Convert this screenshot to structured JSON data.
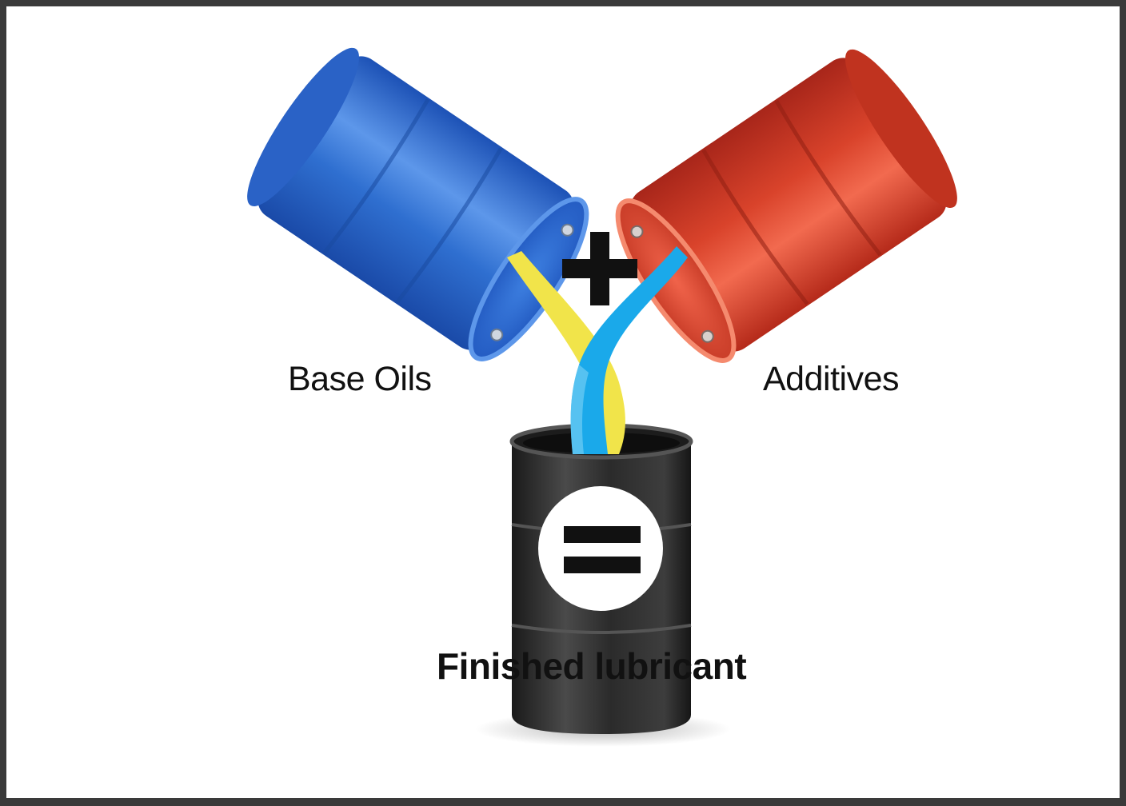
{
  "labels": {
    "base_oils": "Base Oils",
    "additives": "Additives",
    "finished": "Finished lubricant"
  },
  "icons": {
    "plus": "plus-icon",
    "equals": "equals-icon"
  },
  "colors": {
    "base_drum": "#2f6fd0",
    "additive_drum": "#d9432b",
    "finished_drum": "#2b2b2b",
    "base_stream": "#f1e44a",
    "additive_stream": "#1aa9ea",
    "frame": "#3a3a3a",
    "background": "#ffffff"
  }
}
